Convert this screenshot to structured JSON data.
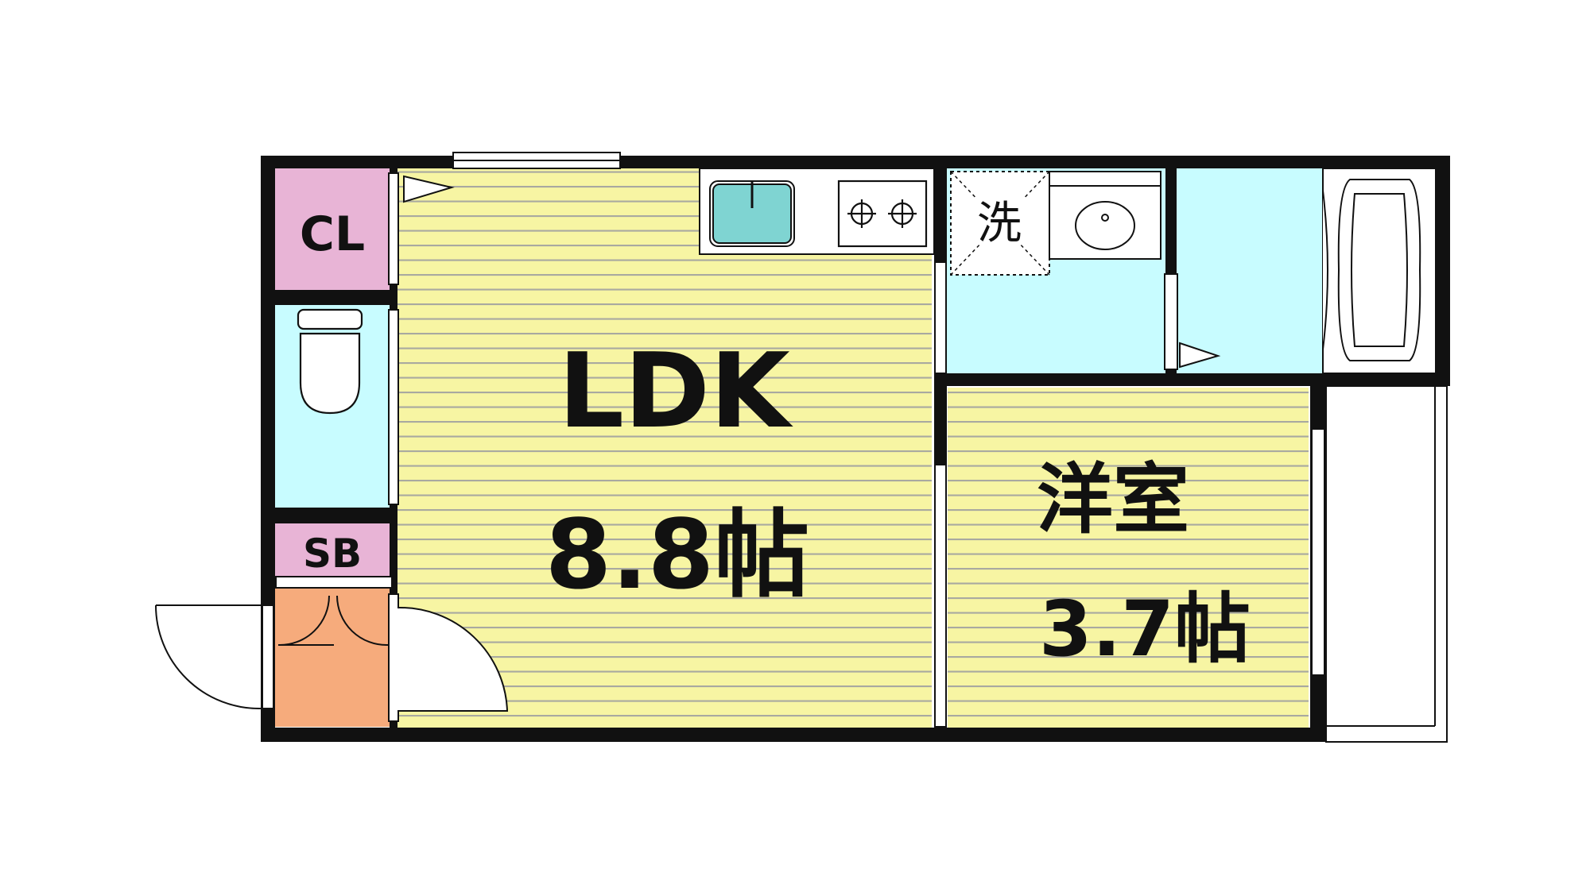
{
  "colors": {
    "wall": "#111111",
    "floor_wood": "#f7f5a3",
    "wood_lines": "#a9a9a0",
    "closet": "#e8b4d6",
    "wet_area": "#c8fcff",
    "entrance": "#f6ab7c",
    "sink_basin": "#7fd4d2",
    "white": "#ffffff"
  },
  "rooms": {
    "ldk": {
      "name": "LDK",
      "size": "8.8帖"
    },
    "western": {
      "name": "洋室",
      "size": "3.7帖"
    },
    "closet": {
      "name": "CL"
    },
    "shoe_box": {
      "name": "SB"
    },
    "washer": {
      "name": "洗"
    }
  },
  "icons": [
    "toilet-icon",
    "sink-icon",
    "stove-icon",
    "washbasin-icon",
    "bathtub-icon",
    "door-swing-icon"
  ]
}
